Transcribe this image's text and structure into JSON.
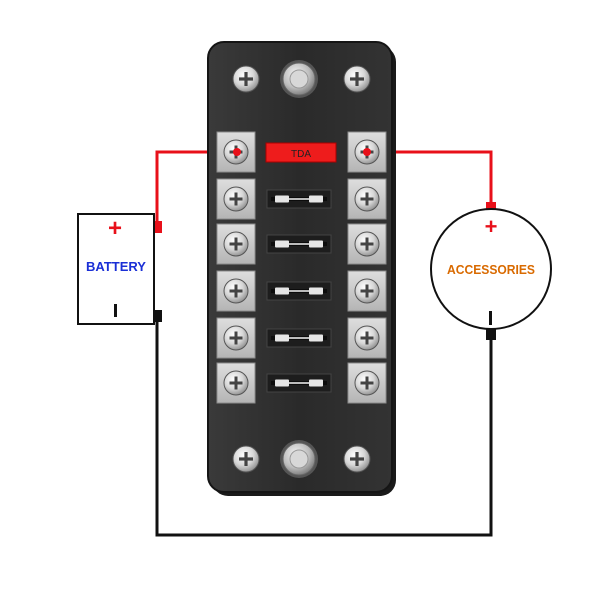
{
  "colors": {
    "background": "#ffffff",
    "positive_wire": "#e8101a",
    "negative_wire": "#111111",
    "battery_label": "#1a2fd6",
    "accessories_label": "#d96a00",
    "plus_sign": "#e8101a",
    "fuse_block_body": "#2b2b2b",
    "fuse_block_edge": "#1a1a1a",
    "terminal_plate": "#c8c8c8",
    "bus_label_bg": "#ee1c1c"
  },
  "battery": {
    "label": "BATTERY",
    "plus_symbol": "+",
    "minus_symbol": "|"
  },
  "accessories": {
    "label": "ACCESSORIES",
    "plus_symbol": "+",
    "minus_symbol": "|"
  },
  "fuse_block": {
    "bus_label": "TDA",
    "fuse_rows": 5,
    "mount_screw_icon": "phillips-screw-icon",
    "center_stud_icon": "mounting-stud-icon",
    "terminal_icon": "terminal-screw-icon",
    "fuse_icon": "blade-fuse-icon"
  }
}
